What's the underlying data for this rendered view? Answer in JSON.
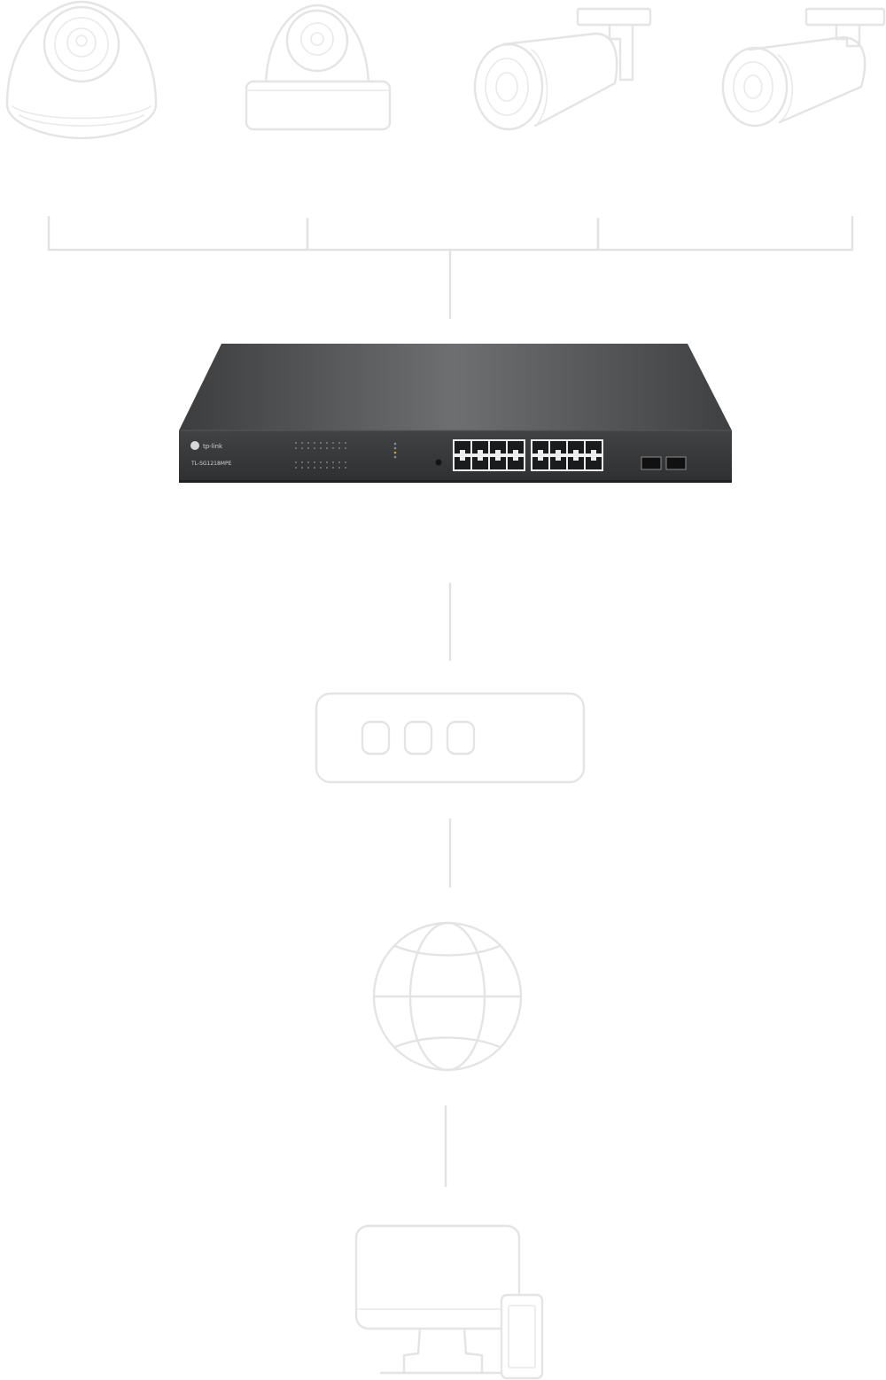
{
  "switch": {
    "brand": "tp-link",
    "model": "TL-SG1218MPE",
    "rj45_ports": 16,
    "sfp_ports": 2
  },
  "nodes": [
    {
      "id": "dome-camera-1",
      "icon": "dome-camera-icon"
    },
    {
      "id": "dome-camera-2",
      "icon": "ceiling-dome-camera-icon"
    },
    {
      "id": "bullet-camera-1",
      "icon": "bullet-camera-icon"
    },
    {
      "id": "bullet-camera-2",
      "icon": "bullet-camera-icon"
    },
    {
      "id": "poe-switch",
      "icon": "network-switch-icon"
    },
    {
      "id": "nvr",
      "icon": "nvr-icon"
    },
    {
      "id": "internet",
      "icon": "globe-icon"
    },
    {
      "id": "monitor-devices",
      "icon": "computer-monitor-icon"
    }
  ],
  "colors": {
    "outline": "#e4e4e4",
    "switch_body": "#3a3c3e",
    "switch_top": "#5a5c5e",
    "port": "#ffffff"
  }
}
